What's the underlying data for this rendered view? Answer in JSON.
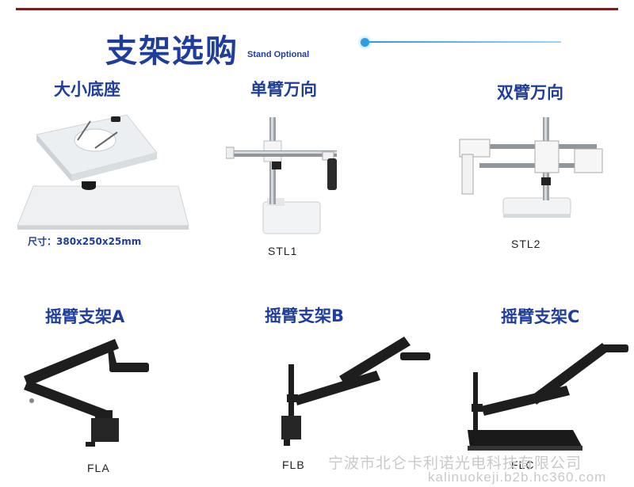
{
  "header": {
    "title": "支架选购",
    "subtitle": "Stand Optional"
  },
  "products": [
    {
      "label": "大小底座",
      "caption": "",
      "note": "尺寸：380x250x25mm"
    },
    {
      "label": "单臂万向",
      "caption": "STL1"
    },
    {
      "label": "双臂万向",
      "caption": "STL2"
    },
    {
      "label": "摇臂支架A",
      "caption": "FLA"
    },
    {
      "label": "摇臂支架B",
      "caption": "FLB"
    },
    {
      "label": "摇臂支架C",
      "caption": "FLC"
    }
  ],
  "watermark": {
    "company": "宁波市北仑卡利诺光电科技有限公司",
    "url": "kalinuokeji.b2b.hc360.com"
  },
  "colors": {
    "accent": "#1f3d9c",
    "line": "#2f9be0",
    "topline": "#7a1d1d"
  }
}
